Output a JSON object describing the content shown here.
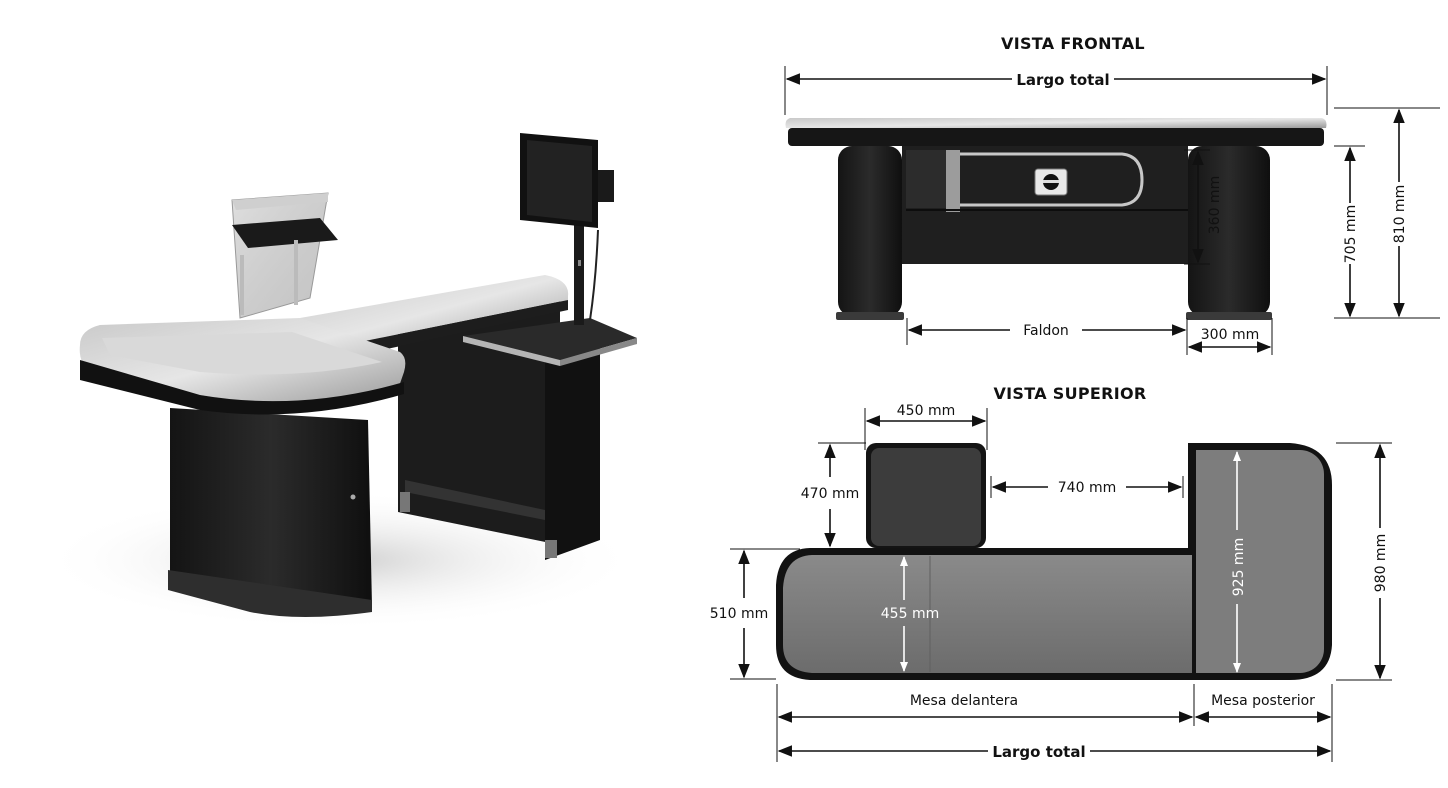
{
  "front_view": {
    "title": "VISTA FRONTAL",
    "overall_length": "Largo total",
    "drawer_height": "360 mm",
    "inner_height": "705 mm",
    "total_height": "810 mm",
    "skirt": "Faldon",
    "leg_width": "300 mm"
  },
  "top_view": {
    "title": "VISTA SUPERIOR",
    "bagging_width": "450 mm",
    "bagging_depth": "470 mm",
    "gap_length": "740 mm",
    "front_depth": "510 mm",
    "belt_depth": "455 mm",
    "rear_depth": "925 mm",
    "total_depth": "980 mm",
    "front_table": "Mesa delantera",
    "rear_table": "Mesa posterior",
    "overall_length": "Largo total"
  }
}
